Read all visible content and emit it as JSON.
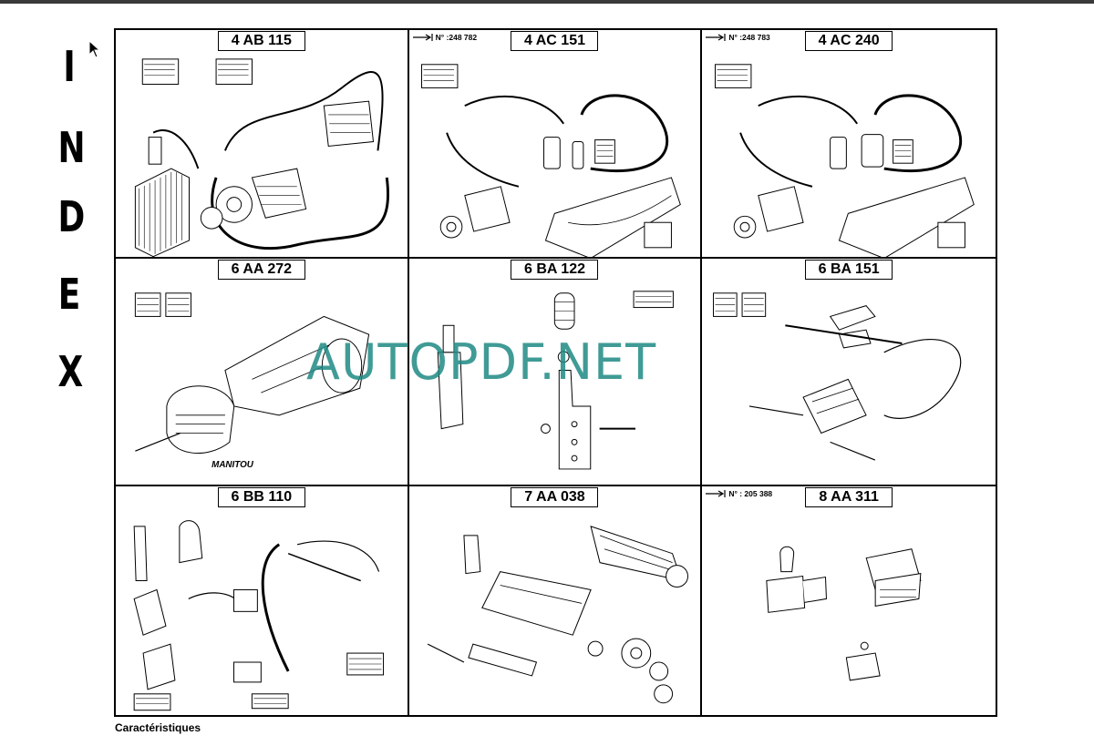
{
  "index_letters": [
    "I",
    "N",
    "D",
    "E",
    "X"
  ],
  "cells": [
    {
      "code": "4 AB 115",
      "serial": ""
    },
    {
      "code": "4 AC 151",
      "serial": "N° :248 782"
    },
    {
      "code": "4 AC 240",
      "serial": "N° :248 783"
    },
    {
      "code": "6 AA 272",
      "serial": ""
    },
    {
      "code": "6 BA 122",
      "serial": ""
    },
    {
      "code": "6 BA 151",
      "serial": ""
    },
    {
      "code": "6 BB 110",
      "serial": ""
    },
    {
      "code": "7 AA 038",
      "serial": ""
    },
    {
      "code": "8 AA 311",
      "serial": "N° : 205 388"
    }
  ],
  "drawing_labels": {
    "brand": "MANITOU"
  },
  "watermark": "AUTOPDF.NET",
  "footer": "Caractéristiques",
  "colors": {
    "watermark": "#1f8a84",
    "lines": "#000000"
  },
  "icons": {
    "cursor": "pointer-arrow-icon",
    "serial": "serial-arrow-icon"
  }
}
